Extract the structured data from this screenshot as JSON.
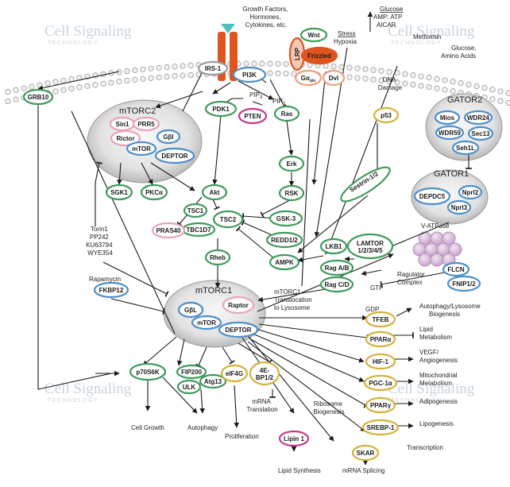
{
  "watermark": {
    "brand": "Cell Signaling",
    "sub": "TECHNOLOGY"
  },
  "colors": {
    "green": "#3f9a5c",
    "blue": "#4d8fc7",
    "yellow": "#d6b13a",
    "magenta": "#c43a8a",
    "pink": "#e9a3b9",
    "salmon": "#e8a07e",
    "orange": "#e0551f",
    "membrane": "#9a9a9a"
  },
  "labels": {
    "growth": [
      "Growth Factors,",
      "Hormones,",
      "Cytokines, etc."
    ],
    "stress": [
      "Stress",
      "Hypoxia"
    ],
    "glucose": [
      "Glucose",
      "AMP: ATP",
      "AICAR"
    ],
    "metformin": "Metformin",
    "glucose_aa": [
      "Glucose,",
      "Amino Acids"
    ],
    "dna_damage": [
      "DNA",
      "Damage"
    ],
    "pip3": "PIP",
    "pip3_sub": "3",
    "pip2": "PIP",
    "pip2_sub": "2",
    "torin": [
      "Torin1",
      "PP242",
      "KU63794",
      "WYE354"
    ],
    "rapamycin": "Rapamycin",
    "translocation": [
      "mTORC1",
      "Translocation",
      "to Lysosome"
    ],
    "vatpase": "V-ATPase",
    "regulator": [
      "Ragulator",
      "Complex"
    ],
    "gtp": "GTP",
    "gdp": "GDP",
    "outputs": {
      "cell_growth": "Cell Growth",
      "autophagy": "Autophagy",
      "proliferation": "Proliferation",
      "mrna_translation": [
        "mRNA",
        "Translation"
      ],
      "ribosome": [
        "Ribosome",
        "Biogenesis"
      ],
      "lipid_synthesis": "Lipid Synthesis",
      "mrna_splicing": "mRNA Splicing",
      "autophagy_lys": [
        "Autophagy/Lysosome",
        "Biogenesis"
      ],
      "lipid_metab": [
        "Lipid",
        "Metabolism"
      ],
      "vegf": [
        "VEGF/",
        "Angiogenesis"
      ],
      "mito": [
        "Mitochondrial",
        "Metabolism"
      ],
      "adipogenesis": "Adipogenesis",
      "lipogenesis": "Lipogenesis",
      "transcription": "Transcription"
    }
  },
  "complexes": {
    "mtorc2": "mTORC2",
    "mtorc1": "mTORC1",
    "gator2": "GATOR2",
    "gator1": "GATOR1"
  },
  "nodes": {
    "irs1": "IRS-1",
    "pi3k": "PI3K",
    "lrp": "LRP",
    "wnt": "Wnt",
    "frizzled": "Frizzled",
    "gaq": "Gα",
    "gaq_sub": "q/o",
    "dvl": "Dvl",
    "grb10": "GRB10",
    "pdk1": "PDK1",
    "pten": "PTEN",
    "ras": "Ras",
    "sin1": "Sin1",
    "prr5": "PRR5",
    "rictor": "Rictor",
    "mtor2": "mTOR",
    "gbl2": "Gβl",
    "deptor2": "DEPTOR",
    "sgk1": "SGK1",
    "pkca": "PKCα",
    "akt": "Akt",
    "erk": "Erk",
    "rsk": "RSK",
    "gsk3": "GSK-3",
    "tsc1": "TSC1",
    "tsc2": "TSC2",
    "tbc1d7": "TBC1D7",
    "pras40": "PRAS40",
    "rheb": "Rheb",
    "redd": "REDD1/2",
    "ampk": "AMPK",
    "lkb1": "LKB1",
    "p53": "p53",
    "sestrin": "Sestrin-1/2",
    "mios": "Mios",
    "wdr24": "WDR24",
    "wdr59": "WDR59",
    "sec13": "Sec13",
    "seh1l": "Seh1L",
    "depdc5": "DEPDC5",
    "nprl2": "Nprl2",
    "nprl3": "Nprl3",
    "lamtor": "LAMTOR",
    "lamtor2": "1/2/3/4/5",
    "ragab": "Rag A/B",
    "ragcd": "Rag C/D",
    "flcn": "FLCN",
    "fnip": "FNIP1/2",
    "fkbp12": "FKBP12",
    "gbl1": "GβL",
    "raptor": "Raptor",
    "mtor1": "mTOR",
    "deptor1": "DEPTOR",
    "p70s6k": "p70S6K",
    "fip200": "FIP200",
    "atg13": "Atg13",
    "ulk": "ULK",
    "eif4g": "eIF4G",
    "ebp1": "4E-",
    "ebp2": "BP1/2",
    "lipin": "Lipin 1",
    "skar": "SKAR",
    "tfeb": "TFEB",
    "ppara": "PPARα",
    "hif1": "HIF-1",
    "pgc1a": "PGC-1α",
    "pparg": "PPARγ",
    "srebp1": "SREBP-1"
  }
}
